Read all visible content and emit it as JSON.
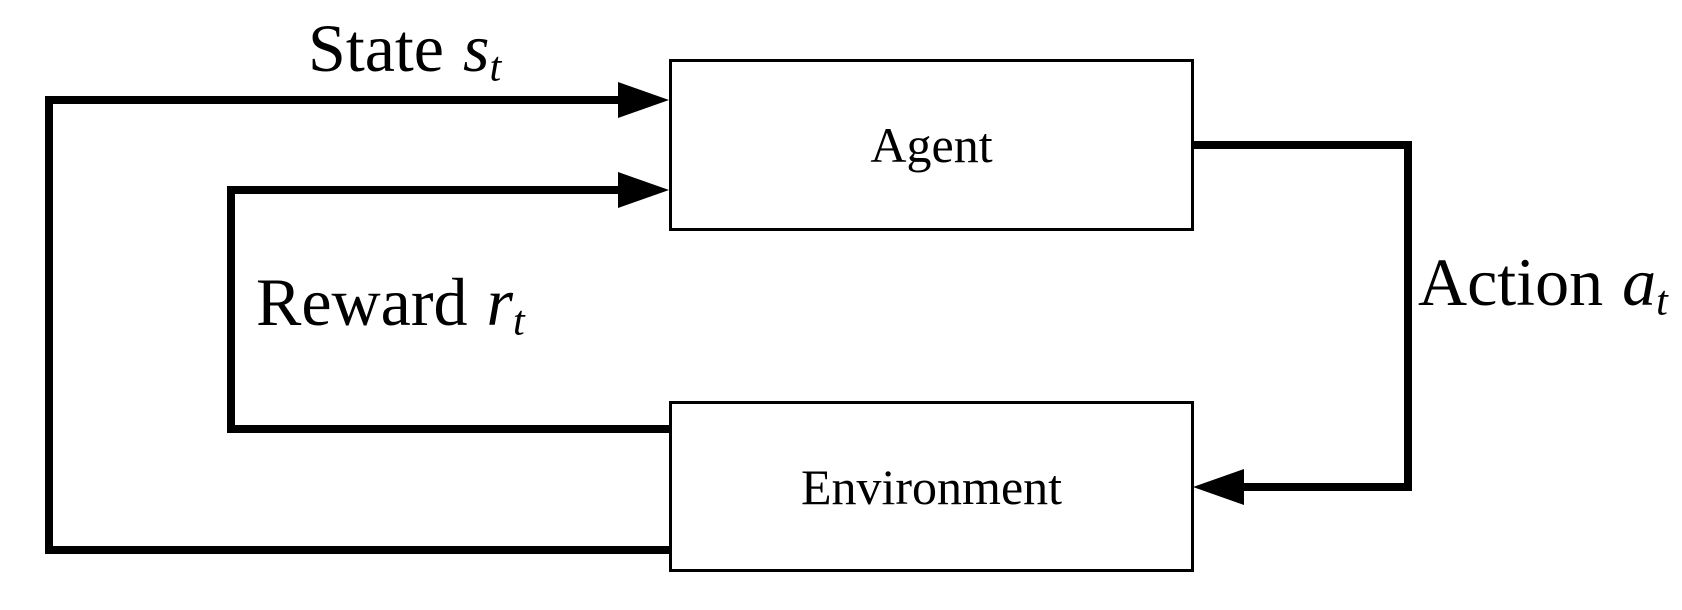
{
  "diagram": {
    "title": "reinforcement-learning-loop",
    "colors": {
      "ink": "#000000",
      "background": "#ffffff"
    },
    "nodes": {
      "agent": {
        "label": "Agent"
      },
      "environment": {
        "label": "Environment"
      }
    },
    "edges": {
      "state": {
        "name": "State",
        "symbol": "s",
        "subscript": "t",
        "from": "environment",
        "to": "agent"
      },
      "reward": {
        "name": "Reward",
        "symbol": "r",
        "subscript": "t",
        "from": "environment",
        "to": "agent"
      },
      "action": {
        "name": "Action",
        "symbol": "a",
        "subscript": "t",
        "from": "agent",
        "to": "environment"
      }
    }
  }
}
